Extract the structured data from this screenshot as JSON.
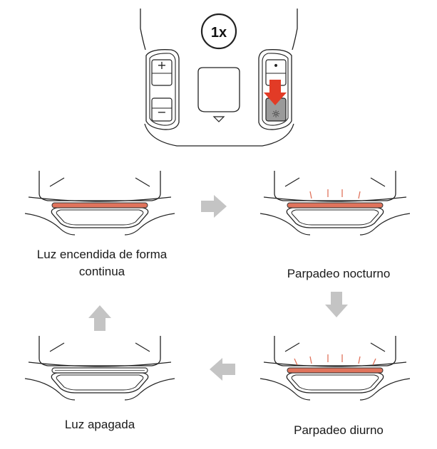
{
  "press_count_badge": "1x",
  "remote": {
    "left_buttons": [
      "+",
      "−"
    ],
    "right_buttons": [
      "•",
      "☼"
    ]
  },
  "states": [
    {
      "id": "continuous",
      "label": "Luz encendida de forma\ncontinua"
    },
    {
      "id": "night",
      "label": "Parpadeo nocturno"
    },
    {
      "id": "day",
      "label": "Parpadeo diurno"
    },
    {
      "id": "off",
      "label": "Luz apagada"
    }
  ],
  "colors": {
    "light_red": "#e0735c",
    "press_arrow": "#e23b26",
    "flow_arrow": "#c4c4c4",
    "line": "#222222"
  }
}
